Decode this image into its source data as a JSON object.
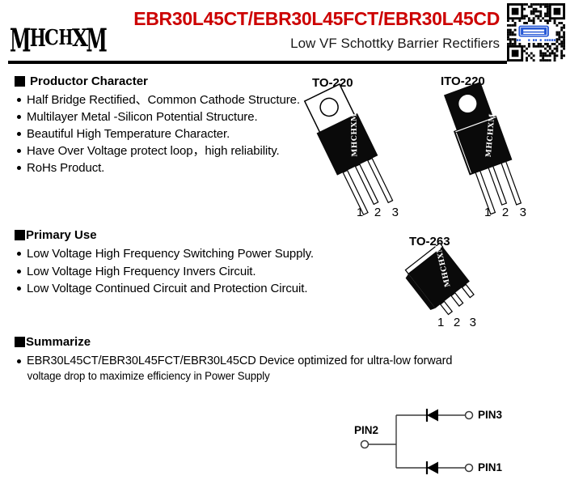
{
  "header": {
    "brand": "MHCHXM",
    "title": "EBR30L45CT/EBR30L45FCT/EBR30L45CD",
    "subtitle": "Low VF Schottky Barrier Rectifiers",
    "title_color": "#cc0000"
  },
  "qr": {
    "module_color": "#000000",
    "badge_color": "#2457d6"
  },
  "sections": {
    "productor": {
      "heading": "Productor Character",
      "items": [
        "Half Bridge Rectified、Common Cathode Structure.",
        "Multilayer Metal -Silicon Potential Structure.",
        "Beautiful High Temperature Character.",
        "Have Over Voltage protect loop，high  reliability.",
        "RoHs Product."
      ]
    },
    "primary": {
      "heading": "Primary Use",
      "items": [
        "Low Voltage High Frequency Switching Power Supply.",
        "Low Voltage High Frequency  Invers Circuit.",
        "Low Voltage Continued  Circuit and Protection Circuit."
      ]
    },
    "summarize": {
      "heading": "Summarize",
      "line1": "EBR30L45CT/EBR30L45FCT/EBR30L45CD Device optimized for ultra-low forward",
      "line2": "voltage drop to maximize efficiency in Power Supply"
    }
  },
  "packages": {
    "to220": {
      "label": "TO-220",
      "logo": "MHCHXM",
      "pins": [
        "1",
        "2",
        "3"
      ]
    },
    "ito220": {
      "label": "ITO-220",
      "logo": "MHCHXM",
      "pins": [
        "1",
        "2",
        "3"
      ]
    },
    "to263": {
      "label": "TO-263",
      "logo": "MHCHXM",
      "pins": [
        "1",
        "2",
        "3"
      ]
    }
  },
  "circuit": {
    "pin1_label": "PIN1",
    "pin2_label": "PIN2",
    "pin3_label": "PIN3"
  }
}
